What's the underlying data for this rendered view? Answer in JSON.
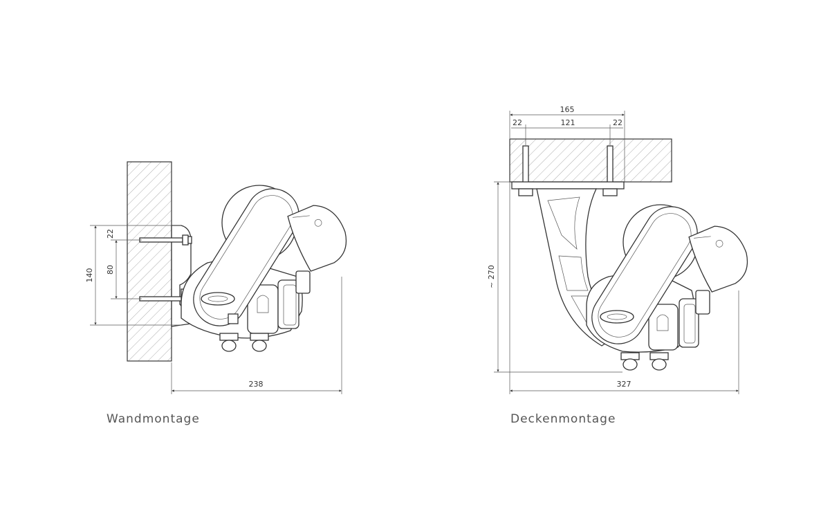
{
  "captions": {
    "wall": "Wandmontage",
    "ceiling": "Deckenmontage"
  },
  "dimensions": {
    "wall": {
      "bolt_pitch": "22",
      "bolt_distance": "80",
      "plate_height": "140",
      "projection": "238"
    },
    "ceiling": {
      "overall_width": "165",
      "edge_left": "22",
      "bolt_distance": "121",
      "edge_right": "22",
      "height": "~ 270",
      "projection": "327"
    }
  },
  "colors": {
    "line": "#333333",
    "hatch": "#888888",
    "caption": "#555555"
  }
}
